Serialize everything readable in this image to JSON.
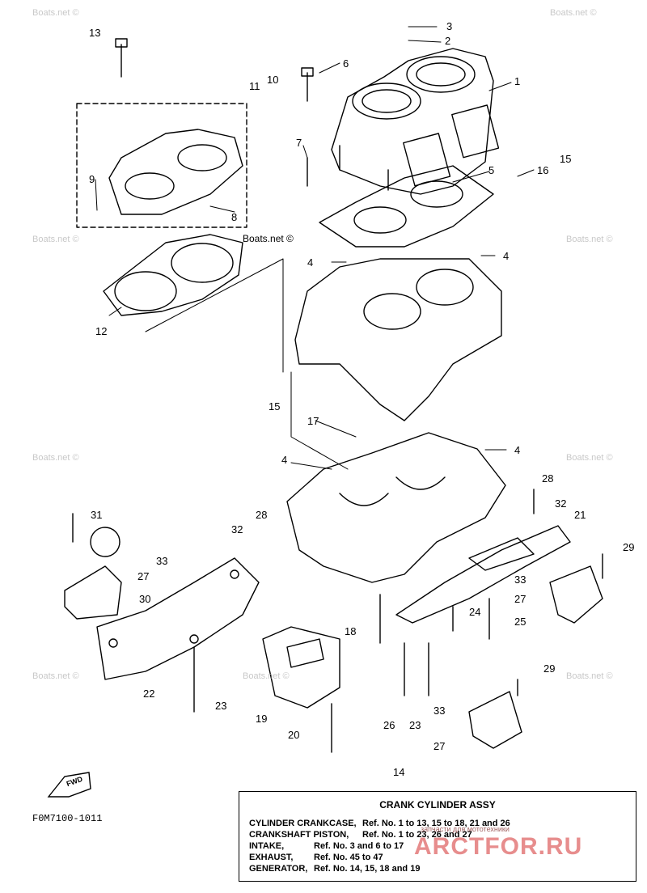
{
  "watermark": "Boats.net ©",
  "diagram_code": "F0M7100-1011",
  "fwd_label": "FWD",
  "part_numbers": {
    "p1": "1",
    "p2": "2",
    "p3": "3",
    "p4a": "4",
    "p4b": "4",
    "p4c": "4",
    "p4d": "4",
    "p5": "5",
    "p6": "6",
    "p7": "7",
    "p8": "8",
    "p9": "9",
    "p10": "10",
    "p11": "11",
    "p12": "12",
    "p13": "13",
    "p14": "14",
    "p15a": "15",
    "p15b": "15",
    "p16": "16",
    "p17": "17",
    "p18": "18",
    "p19": "19",
    "p20": "20",
    "p21": "21",
    "p22": "22",
    "p23a": "23",
    "p23b": "23",
    "p24": "24",
    "p25": "25",
    "p26": "26",
    "p27a": "27",
    "p27b": "27",
    "p27c": "27",
    "p28a": "28",
    "p28b": "28",
    "p29a": "29",
    "p29b": "29",
    "p30": "30",
    "p31": "31",
    "p32a": "32",
    "p32b": "32",
    "p33a": "33",
    "p33b": "33",
    "p33c": "33"
  },
  "legend": {
    "title": "CRANK CYLINDER ASSY",
    "rows": [
      {
        "name": "CYLINDER CRANKCASE,",
        "ref": "Ref. No. 1 to 13, 15 to 18, 21 and 26"
      },
      {
        "name": "CRANKSHAFT PISTON,",
        "ref": "Ref. No. 1 to 23, 26 and 27"
      },
      {
        "name": "INTAKE,",
        "ref": "Ref. No. 3 and 6 to 17"
      },
      {
        "name": "EXHAUST,",
        "ref": "Ref. No. 45 to 47"
      },
      {
        "name": "GENERATOR,",
        "ref": "Ref. No. 14, 15, 18 and 19"
      }
    ]
  },
  "overlay": {
    "caption": "запчасти для мототехники",
    "brand": "ARCTFOR.RU"
  }
}
